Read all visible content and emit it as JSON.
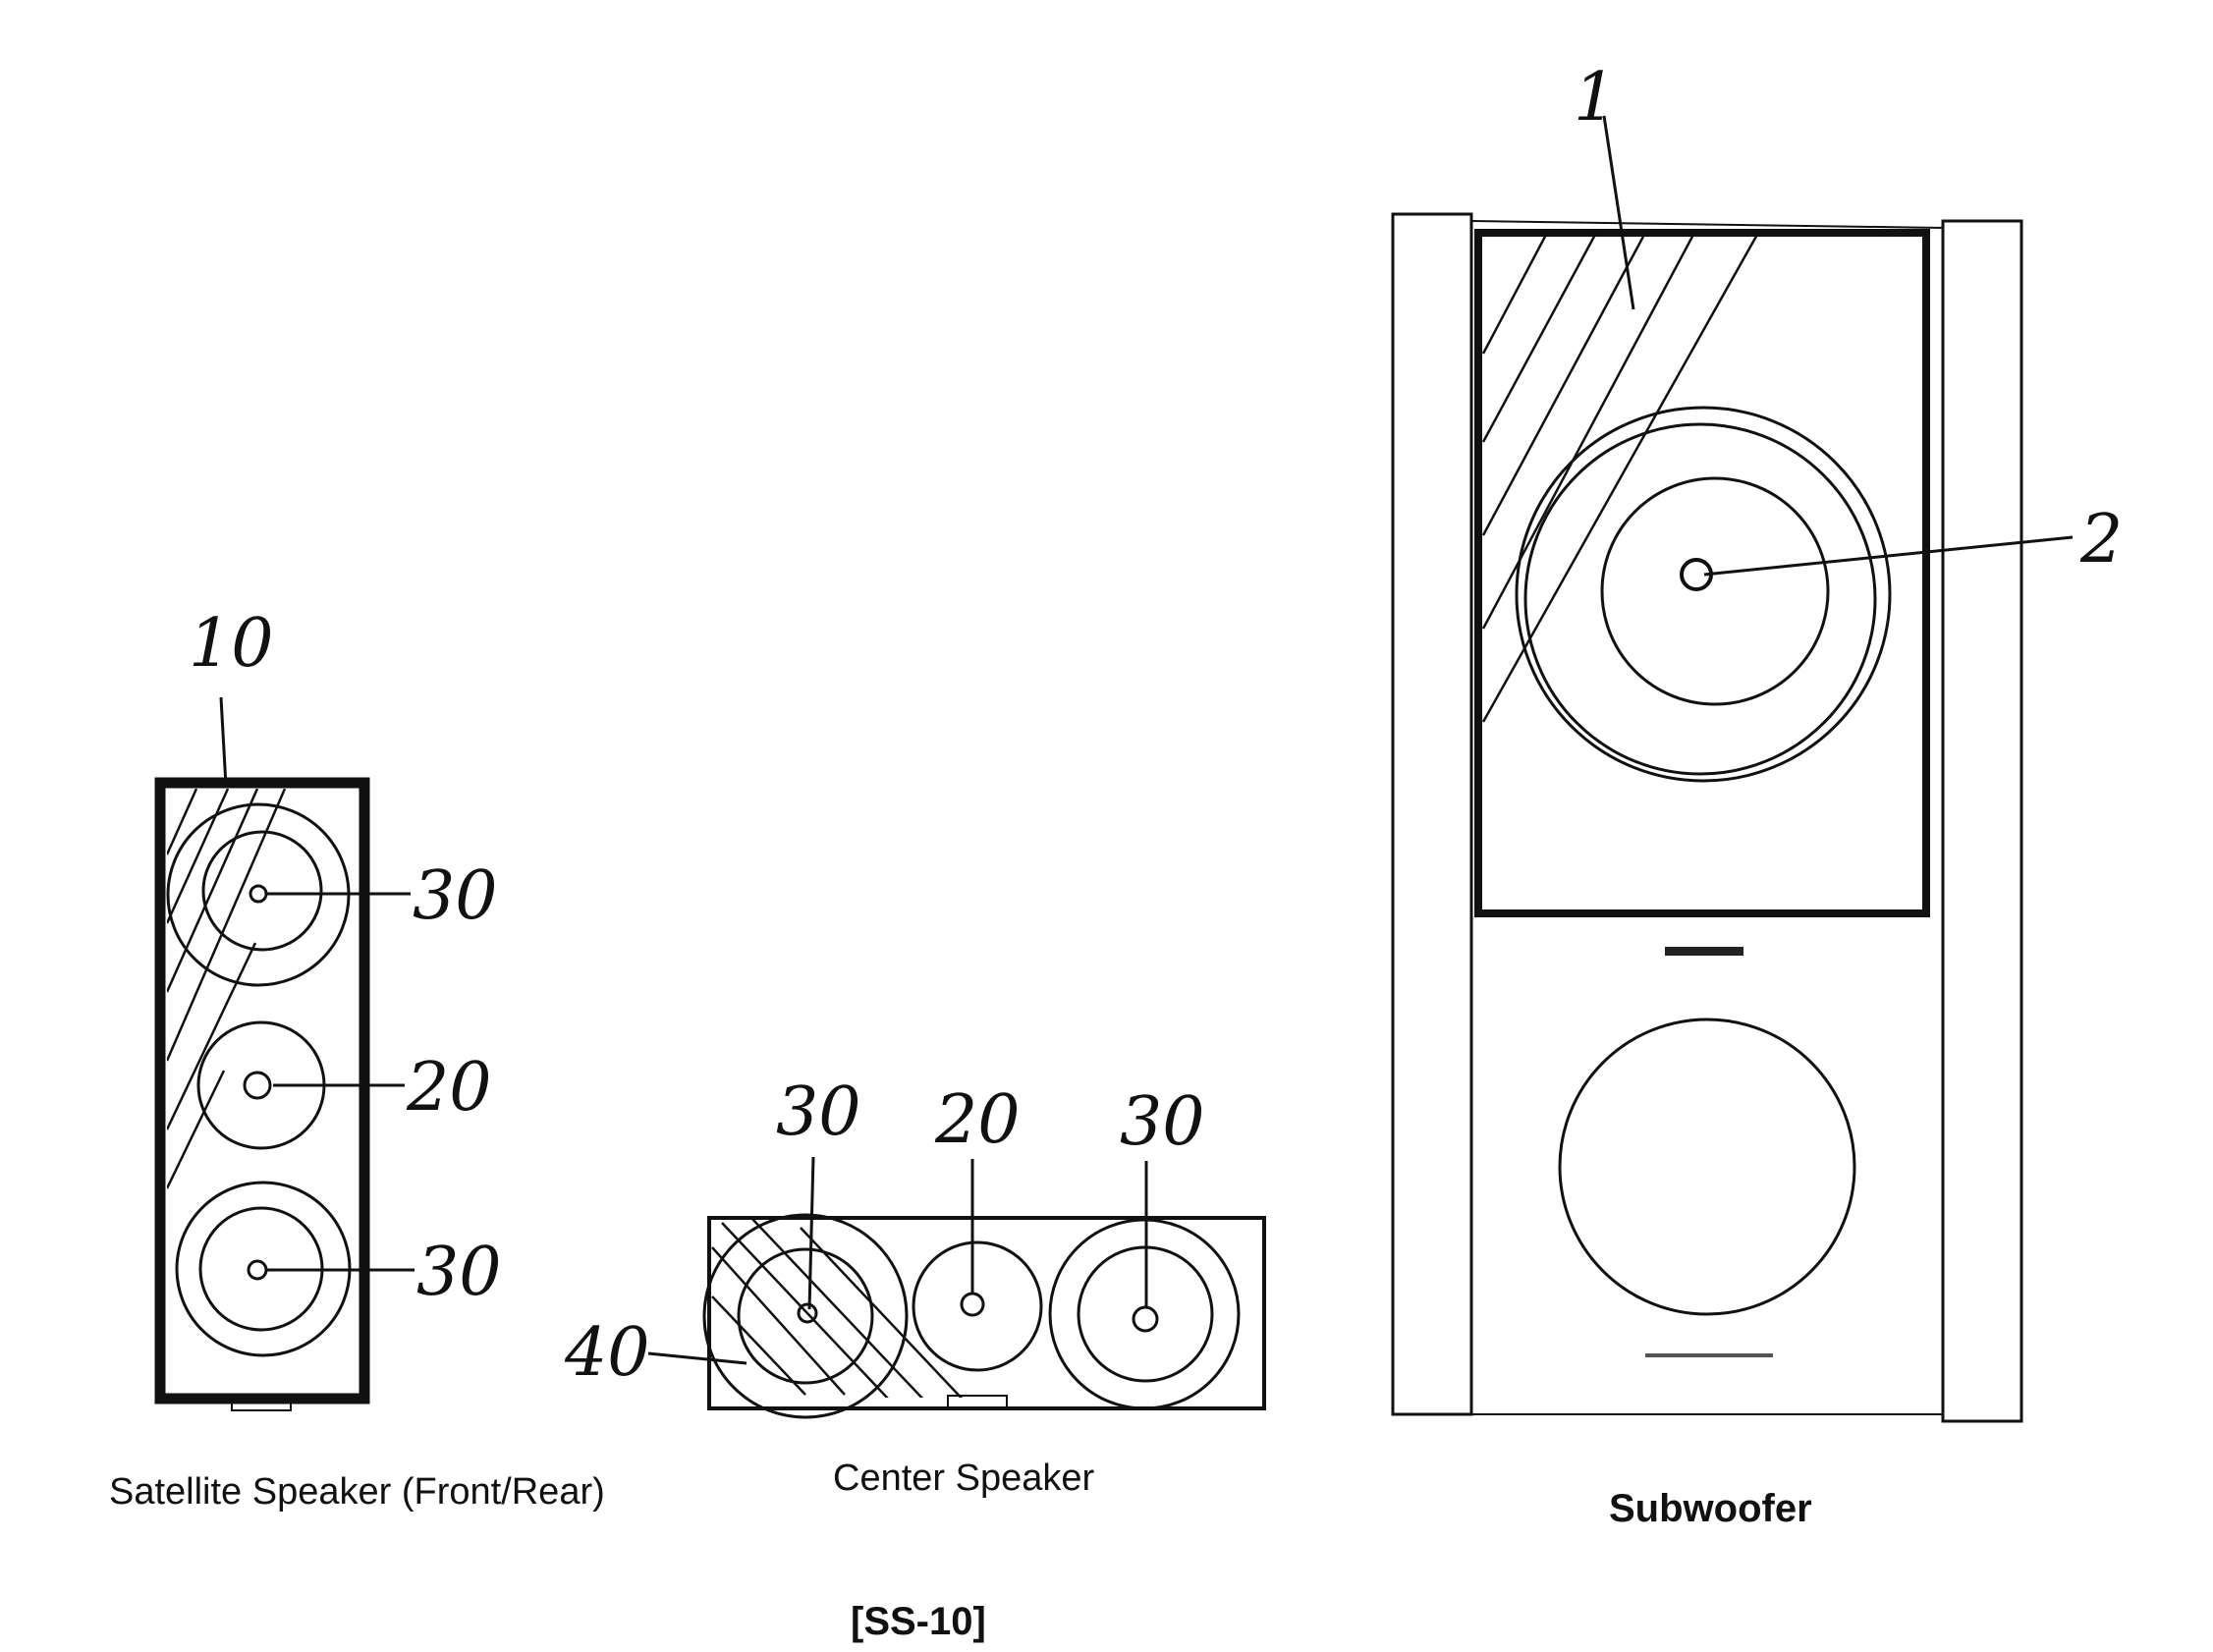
{
  "figure": {
    "id_label": "[SS-10]",
    "satellite": {
      "caption": "Satellite Speaker (Front/Rear)",
      "ref_panel": "10",
      "ref_woofer_top": "30",
      "ref_tweeter": "20",
      "ref_woofer_bottom": "30"
    },
    "center": {
      "caption": "Center Speaker",
      "ref_woofer_left": "30",
      "ref_tweeter": "20",
      "ref_woofer_right": "30",
      "ref_panel": "40"
    },
    "subwoofer": {
      "caption": "Subwoofer",
      "ref_panel": "1",
      "ref_center": "2"
    }
  }
}
